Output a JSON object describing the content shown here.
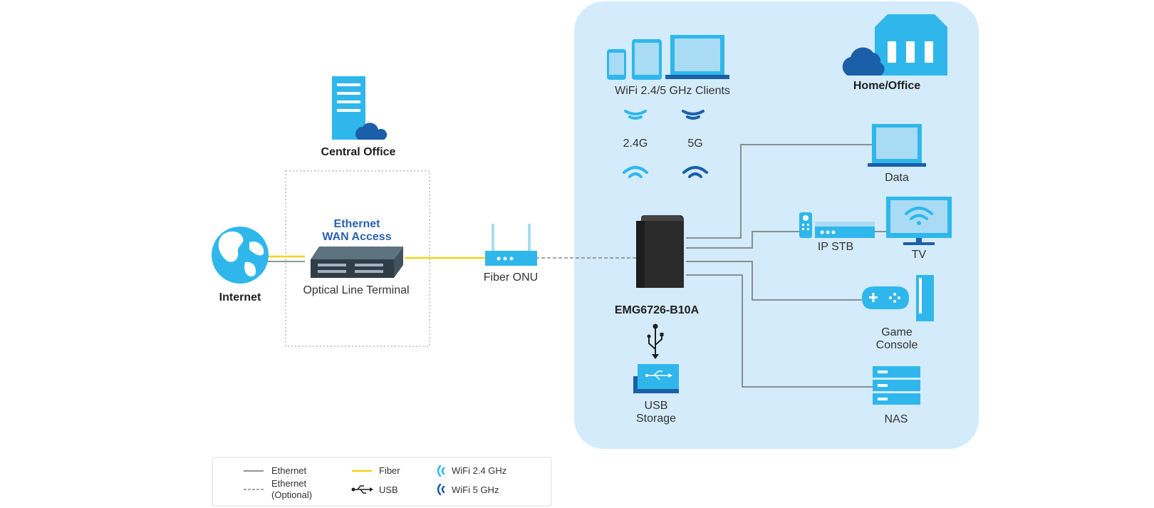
{
  "diagram": {
    "nodes": {
      "internet": "Internet",
      "central_office": "Central Office",
      "olt_top_line1": "Ethernet",
      "olt_top_line2": "WAN Access",
      "olt": "Optical Line Terminal",
      "onu": "Fiber ONU",
      "router": "EMG6726-B10A",
      "clients": "WiFi 2.4/5 GHz Clients",
      "band_24": "2.4G",
      "band_5": "5G",
      "home_office": "Home/Office",
      "data": "Data",
      "ip_stb": "IP STB",
      "tv": "TV",
      "game_line1": "Game",
      "game_line2": "Console",
      "nas": "NAS",
      "usb_line1": "USB",
      "usb_line2": "Storage"
    },
    "legend": {
      "ethernet": "Ethernet",
      "ethernet_optional_line1": "Ethernet",
      "ethernet_optional_line2": "(Optional)",
      "fiber": "Fiber",
      "usb": "USB",
      "wifi24": "WiFi 2.4 GHz",
      "wifi5": "WiFi 5 GHz"
    },
    "colors": {
      "home_panel": "#d3ebfa",
      "device_blue": "#2fb7ec",
      "dark_blue": "#1a5fa8",
      "fiber": "#f5d31a",
      "ethernet": "#707070",
      "router": "#2b2b2b"
    },
    "icons": [
      "globe-icon",
      "server-cloud-icon",
      "olt-icon",
      "onu-icon",
      "router-icon",
      "phone-icon",
      "tablet-icon",
      "laptop-icon",
      "house-icon",
      "cloud-icon",
      "wifi-icon",
      "tv-icon",
      "set-top-box-icon",
      "remote-icon",
      "gamepad-icon",
      "console-icon",
      "nas-icon",
      "usb-icon",
      "usb-storage-icon"
    ]
  }
}
